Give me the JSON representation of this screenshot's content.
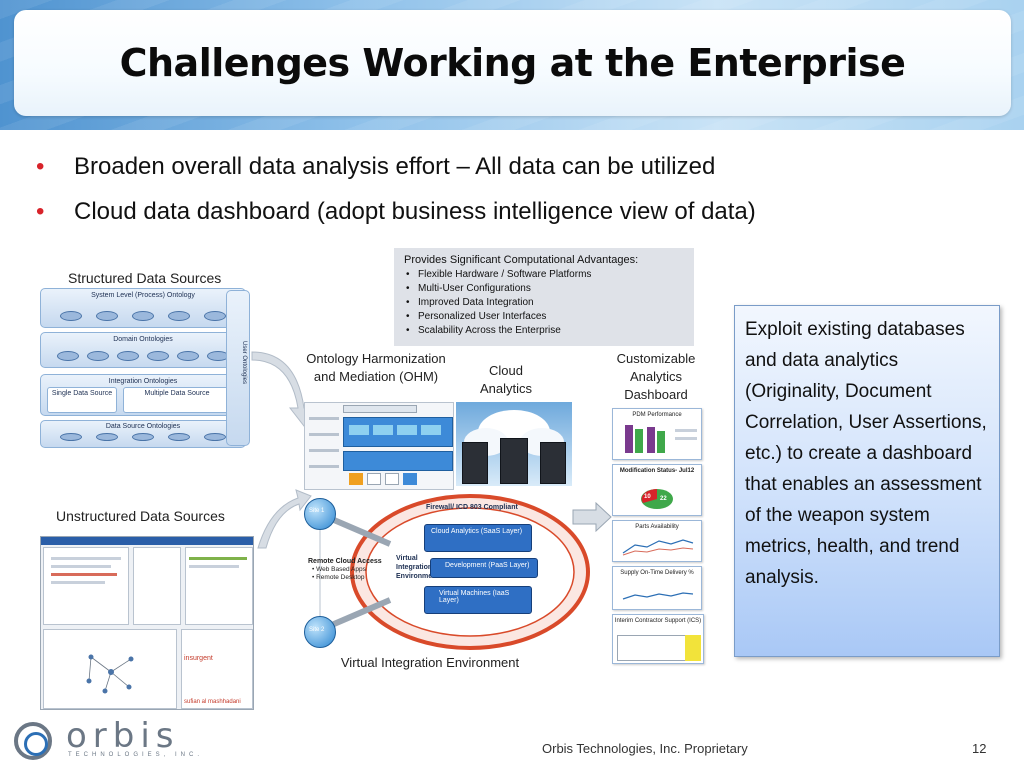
{
  "slide": {
    "title": "Challenges Working at the Enterprise",
    "bullets": [
      "Broaden overall data analysis effort – All data can be utilized",
      "Cloud data dashboard (adopt business intelligence view of data)"
    ]
  },
  "diagram": {
    "structured": {
      "title": "Structured Data Sources",
      "panels": [
        "System Level (Process) Ontology",
        "Domain Ontologies",
        "Integration Ontologies",
        "Data Source Ontologies"
      ],
      "sub_panels": [
        "Single Data Source",
        "Multiple Data Source"
      ],
      "side_label": "User Ontologies"
    },
    "unstructured": {
      "title": "Unstructured Data Sources",
      "snippets": [
        "insurgent",
        "sufian al mashhadani"
      ]
    },
    "advantages": {
      "title": "Provides Significant Computational Advantages:",
      "items": [
        "Flexible Hardware / Software Platforms",
        "Multi-User Configurations",
        "Improved Data Integration",
        "Personalized User Interfaces",
        "Scalability Across the Enterprise"
      ]
    },
    "ohm": {
      "title": "Ontology Harmonization and Mediation (OHM)"
    },
    "cloud_analytics": {
      "title": "Cloud Analytics"
    },
    "dashboard": {
      "title": "Customizable Analytics Dashboard",
      "cards": [
        "PDM Performance",
        "Modification Status- Jul12",
        "Parts Availability",
        "Supply On-Time Delivery %",
        "Interim Contractor Support (ICS)"
      ],
      "pie_values": [
        "10",
        "22"
      ]
    },
    "vie": {
      "title": "Virtual Integration Environment",
      "sites": [
        "Site 1",
        "Site 2"
      ],
      "firewall": "Firewall/ ICD 803 Compliant",
      "center_label": "Virtual Integration Environment",
      "remote_access_title": "Remote Cloud Access",
      "remote_access_items": [
        "Web Based Apps",
        "Remote Desktop"
      ],
      "layers": [
        "Cloud Analytics (SaaS Layer)",
        "Development (PaaS Layer)",
        "Virtual Machines (IaaS Layer)"
      ]
    },
    "callout": "Exploit existing databases and data analytics (Originality, Document Correlation, User Assertions, etc.) to create a dashboard that enables an assessment of the weapon system metrics, health, and trend analysis."
  },
  "footer": {
    "logo_word": "orbis",
    "logo_sub": "TECHNOLOGIES, INC.",
    "proprietary": "Orbis Technologies, Inc. Proprietary",
    "page_number": "12"
  },
  "colors": {
    "bullet": "#d8232a",
    "header_blue": "#4f93d0",
    "callout_fill": "#cfe1fb",
    "cloud_red": "#d94a2a"
  },
  "icons": [
    "arrow-right-icon",
    "server-rack-icon",
    "cloud-icon",
    "globe-icon",
    "network-graph-icon"
  ]
}
